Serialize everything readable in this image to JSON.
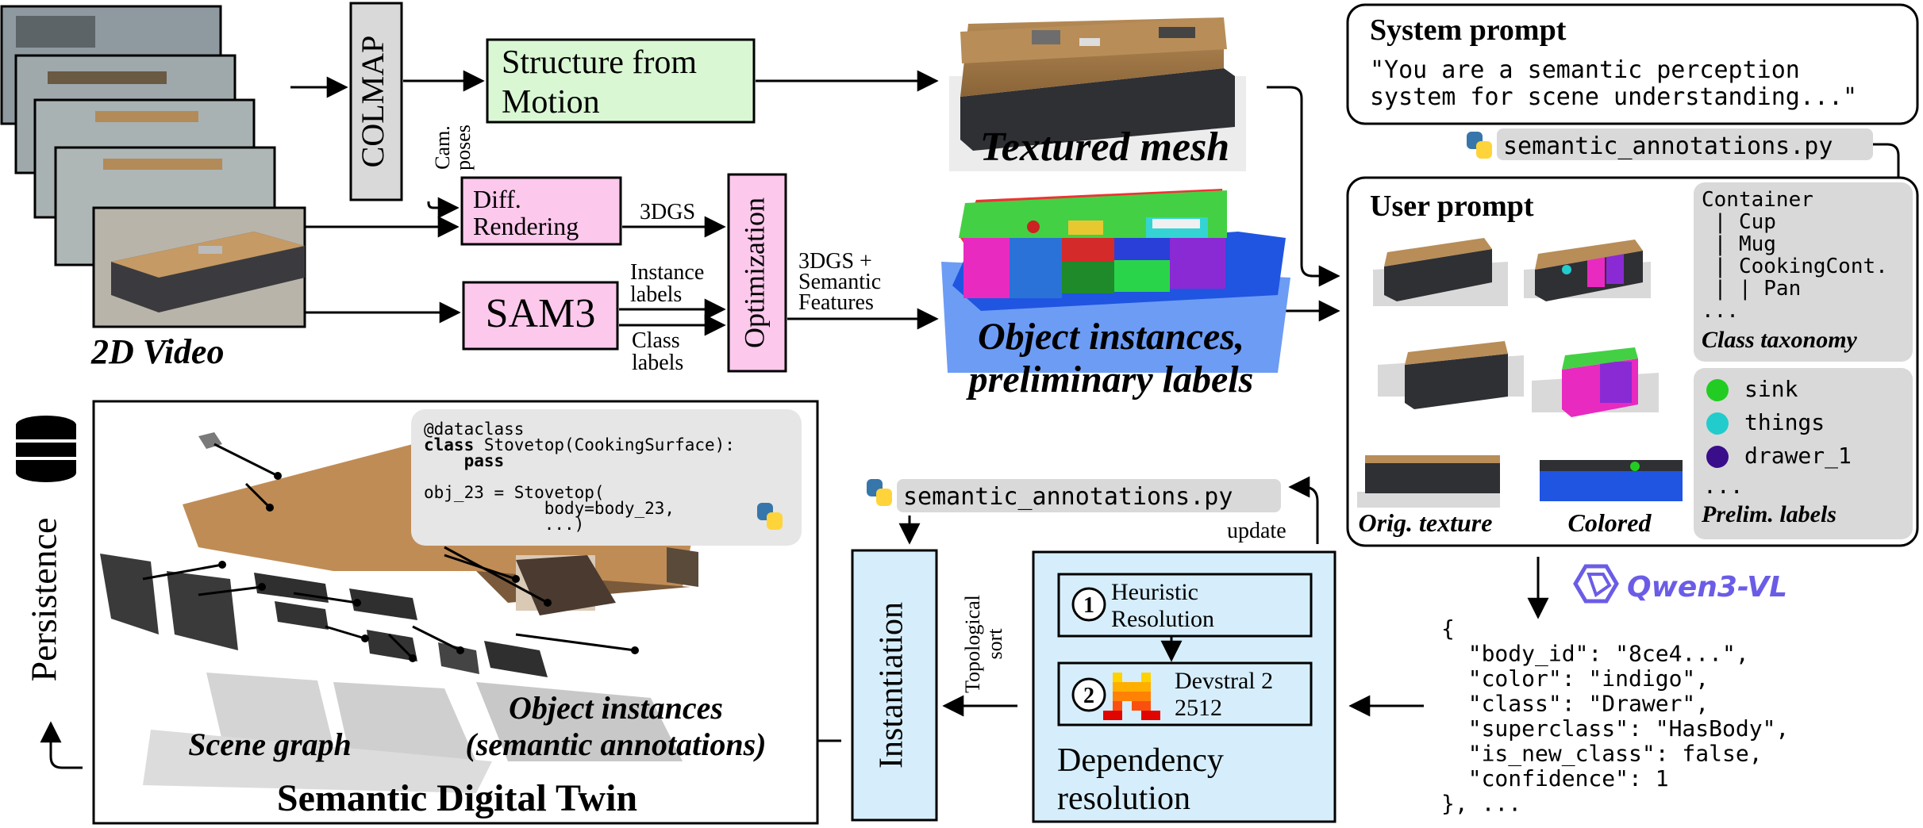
{
  "input": {
    "video_label": "2D Video"
  },
  "blocks": {
    "colmap": "COLMAP",
    "cam_poses_line1": "Cam.",
    "cam_poses_line2": "poses",
    "sfm_line1": "Structure from",
    "sfm_line2": "Motion",
    "diff_line1": "Diff.",
    "diff_line2": "Rendering",
    "sam3": "SAM3",
    "optimization": "Optimization",
    "instantiation": "Instantiation"
  },
  "edges": {
    "three_dgs": "3DGS",
    "instance_line1": "Instance",
    "instance_line2": "labels",
    "class_line1": "Class",
    "class_line2": "labels",
    "features_line1": "3DGS +",
    "features_line2": "Semantic",
    "features_line3": "Features",
    "update": "update",
    "topo_line1": "Topological",
    "topo_line2": "sort"
  },
  "outputs": {
    "textured_mesh": "Textured mesh",
    "instances_line1": "Object instances,",
    "instances_line2": "preliminary labels"
  },
  "system_prompt": {
    "title": "System prompt",
    "line1": "\"You are a semantic perception",
    "line2": "system for scene understanding...\""
  },
  "files": {
    "annotations_top": "semantic_annotations.py",
    "annotations_bottom": "semantic_annotations.py"
  },
  "user_prompt": {
    "title": "User prompt",
    "orig_texture": "Orig. texture",
    "colored": "Colored",
    "taxonomy_lines": [
      "Container",
      " | Cup",
      " | Mug",
      " | CookingCont.",
      " | | Pan",
      "..."
    ],
    "taxonomy_title": "Class taxonomy",
    "prelim_labels": [
      {
        "name": "sink",
        "color": "#22cc22"
      },
      {
        "name": "things",
        "color": "#22cccc"
      },
      {
        "name": "drawer_1",
        "color": "#3a0d8a"
      }
    ],
    "prelim_more": "...",
    "prelim_title": "Prelim. labels"
  },
  "model": {
    "name": "Qwen3-VL",
    "brand_color": "#6b5ce7"
  },
  "json_output": [
    "{",
    "  \"body_id\": \"8ce4...\",",
    "  \"color\": \"indigo\",",
    "  \"class\": \"Drawer\",",
    "  \"superclass\": \"HasBody\",",
    "  \"is_new_class\": false,",
    "  \"confidence\": 1",
    "}, ..."
  ],
  "dependency": {
    "step1_num": "1",
    "step1_line1": "Heuristic",
    "step1_line2": "Resolution",
    "step2_num": "2",
    "step2_line1": "Devstral 2",
    "step2_line2": "2512",
    "title_line1": "Dependency",
    "title_line2": "resolution"
  },
  "twin": {
    "title": "Semantic Digital Twin",
    "scene_graph": "Scene graph",
    "obj_line1": "Object instances",
    "obj_line2": "(semantic annotations)",
    "persistence": "Persistence",
    "code_lines": [
      "@dataclass",
      "class Stovetop(CookingSurface):",
      "    pass",
      "",
      "obj_23 = Stovetop(",
      "            body=body_23,",
      "            ...)"
    ]
  },
  "colors": {
    "pink": "#fcc8ec",
    "green": "#d9f7d3",
    "light_blue": "#d6eefb",
    "gray_box": "#d9d9d9",
    "code_bg": "#e6e6e6"
  }
}
